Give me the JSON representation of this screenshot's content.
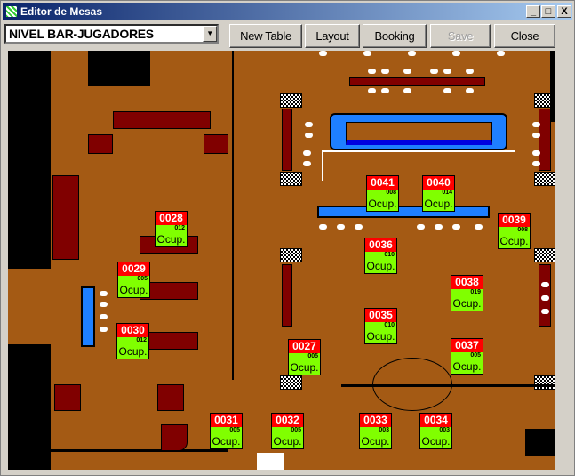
{
  "window": {
    "title": "Editor de Mesas",
    "minimize": "_",
    "maximize": "□",
    "close": "X"
  },
  "toolbar": {
    "level_select": "NIVEL BAR-JUGADORES",
    "dropdown_arrow": "▼",
    "new_table": "New Table",
    "layout": "Layout",
    "booking": "Booking",
    "save": "Save",
    "close": "Close"
  },
  "colors": {
    "floor": "#a45a14",
    "table_header": "#ff0000",
    "table_occupied": "#80ff00"
  },
  "tables": [
    {
      "id": "0041",
      "pax": "008",
      "status": "Ocup."
    },
    {
      "id": "0040",
      "pax": "014",
      "status": "Ocup."
    },
    {
      "id": "0039",
      "pax": "008",
      "status": "Ocup."
    },
    {
      "id": "0036",
      "pax": "010",
      "status": "Ocup."
    },
    {
      "id": "0038",
      "pax": "019",
      "status": "Ocup."
    },
    {
      "id": "0035",
      "pax": "010",
      "status": "Ocup."
    },
    {
      "id": "0037",
      "pax": "005",
      "status": "Ocup."
    },
    {
      "id": "0028",
      "pax": "012",
      "status": "Ocup."
    },
    {
      "id": "0029",
      "pax": "005",
      "status": "Ocup."
    },
    {
      "id": "0030",
      "pax": "012",
      "status": "Ocup."
    },
    {
      "id": "0027",
      "pax": "005",
      "status": "Ocup."
    },
    {
      "id": "0031",
      "pax": "005",
      "status": "Ocup."
    },
    {
      "id": "0032",
      "pax": "005",
      "status": "Ocup."
    },
    {
      "id": "0033",
      "pax": "003",
      "status": "Ocup."
    },
    {
      "id": "0034",
      "pax": "003",
      "status": "Ocup."
    }
  ]
}
